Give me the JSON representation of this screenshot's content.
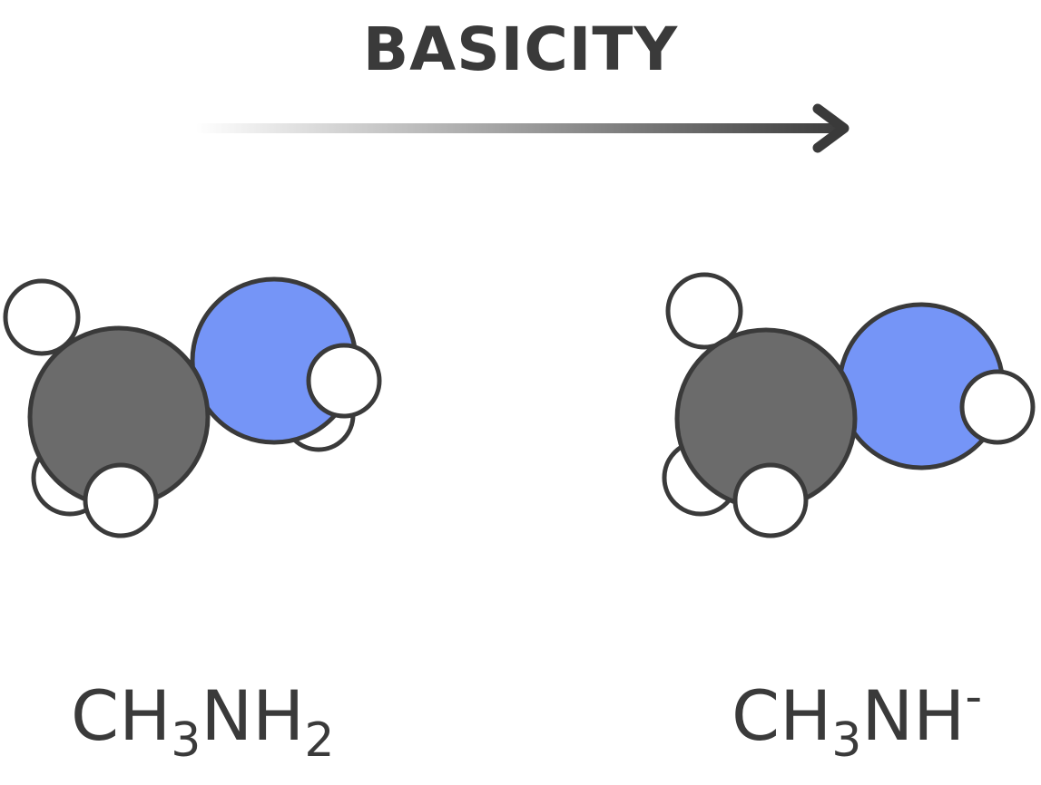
{
  "header": {
    "title": "BASICITY"
  },
  "colors": {
    "text": "#3a3a3a",
    "carbon": "#6b6b6b",
    "nitrogen": "#7595f7",
    "hydrogen": "#ffffff",
    "outline": "#3a3a3a"
  },
  "molecules": [
    {
      "formula": {
        "main1": "CH",
        "sub1": "3",
        "main2": "NH",
        "sub2": "2",
        "sup": ""
      }
    },
    {
      "formula": {
        "main1": "CH",
        "sub1": "3",
        "main2": "NH",
        "sub2": "",
        "sup": "-"
      }
    }
  ]
}
